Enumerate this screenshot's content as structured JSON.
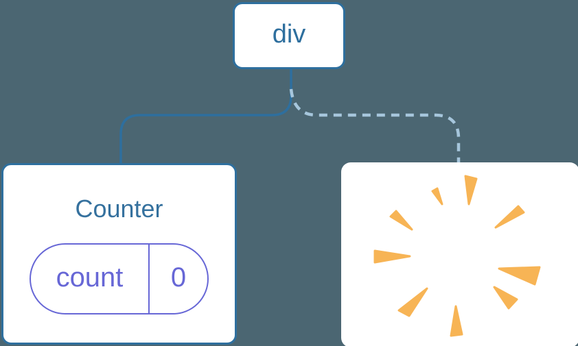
{
  "colors": {
    "bg": "#4B6672",
    "blue": "#2E6F9E",
    "dash-blue": "#A6C6DC",
    "purple": "#6767D6",
    "orange": "#F7B455",
    "card": "#FFFFFF"
  },
  "tree": {
    "root": {
      "label": "div"
    },
    "counter": {
      "title": "Counter",
      "state_key": "count",
      "state_value": "0",
      "connection": "solid"
    },
    "removed": {
      "icon": "poof-starburst",
      "connection": "dashed"
    }
  }
}
